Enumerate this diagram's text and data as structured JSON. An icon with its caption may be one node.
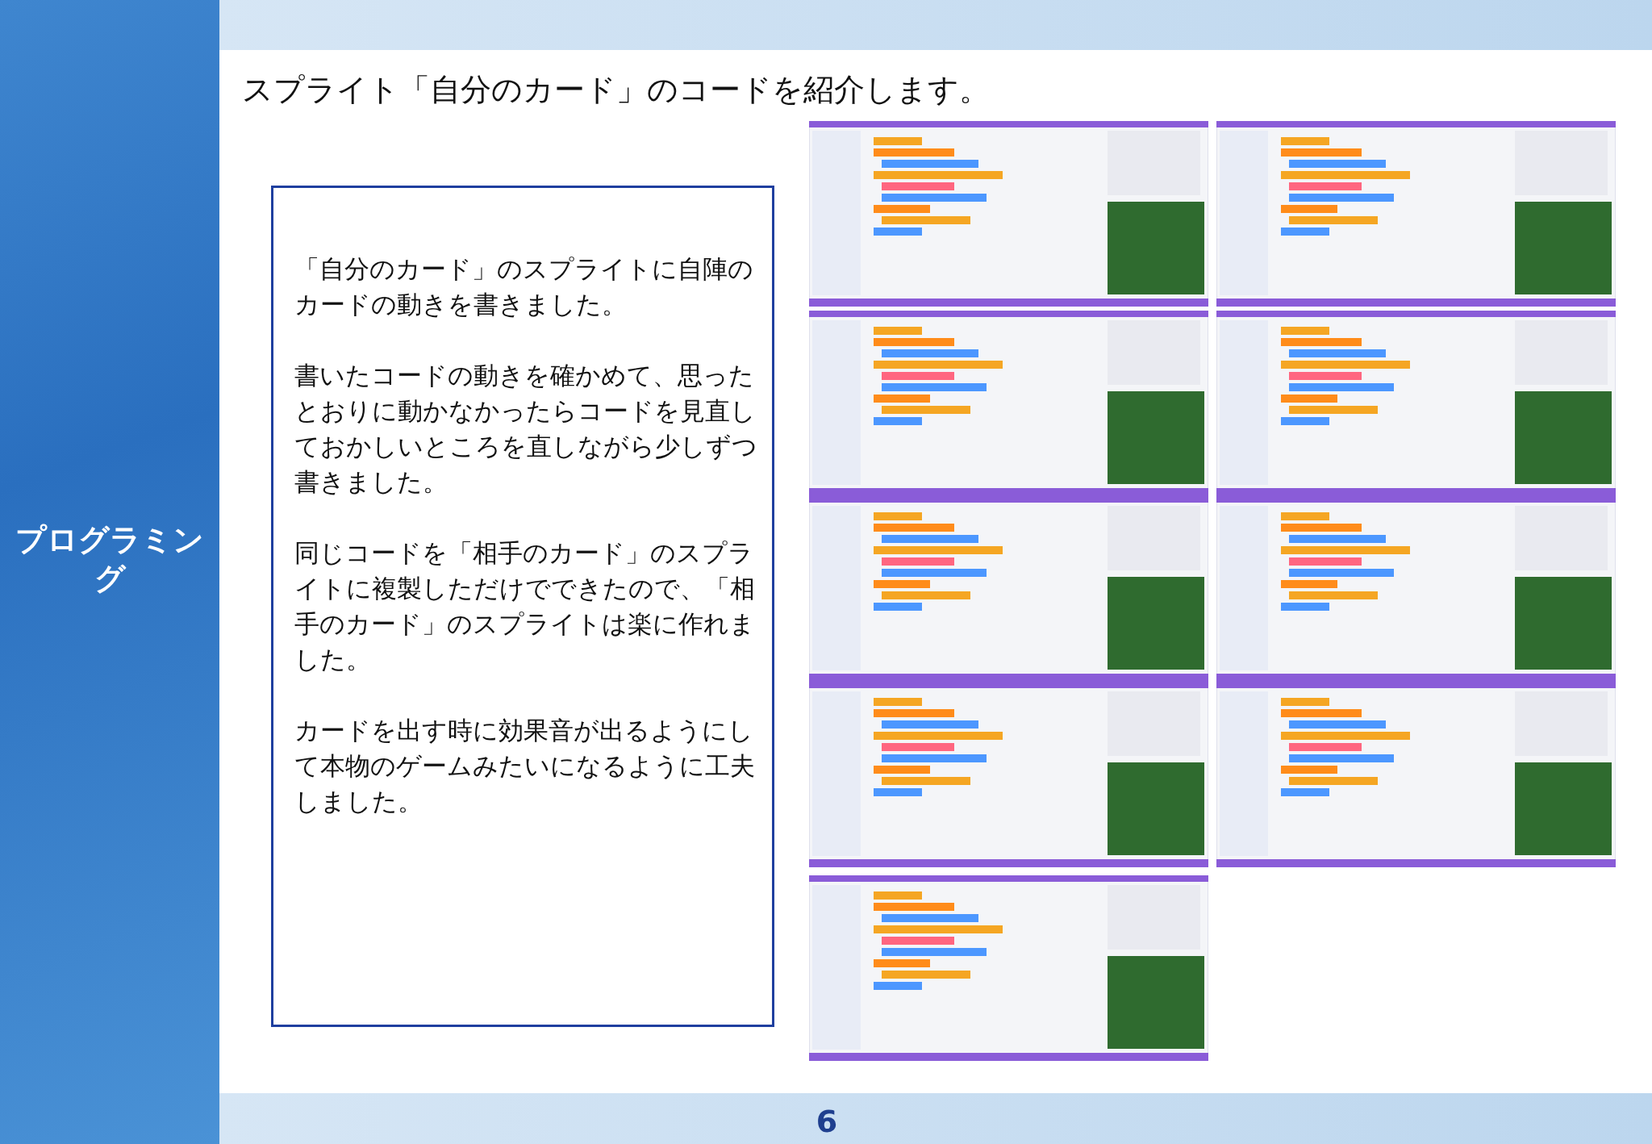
{
  "diagram": {
    "title": "スプライト「自分のカード」のコードを紹介します。",
    "nodes": [
      {
        "text": [
          "「自分のカード」のスプライトに自陣のカードの動きを書きました。",
          "書いたコードの動きを確かめて、思ったとおりに動かなかったらコードを見直しておかしいところを直しながら少しずつ書きました。",
          "同じコードを「相手のカード」のスプライトに複製しただけでできたので、「相手のカード」のスプライトは楽に作れました。",
          "カードを出す時に効果音が出るようにして本物のゲームみたいになるように工夫しました。"
        ]
      },
      {
        "text": [],
        "shape": "picture"
      },
      {
        "text": [],
        "shape": "picture"
      },
      {
        "text": [],
        "shape": "picture"
      },
      {
        "text": [],
        "shape": "picture"
      },
      {
        "text": [],
        "shape": "picture"
      },
      {
        "text": [],
        "shape": "picture"
      },
      {
        "text": [],
        "shape": "picture"
      },
      {
        "text": [],
        "shape": "picture"
      },
      {
        "text": [],
        "shape": "picture"
      }
    ],
    "labels": [
      "プログラミング",
      "6"
    ]
  }
}
